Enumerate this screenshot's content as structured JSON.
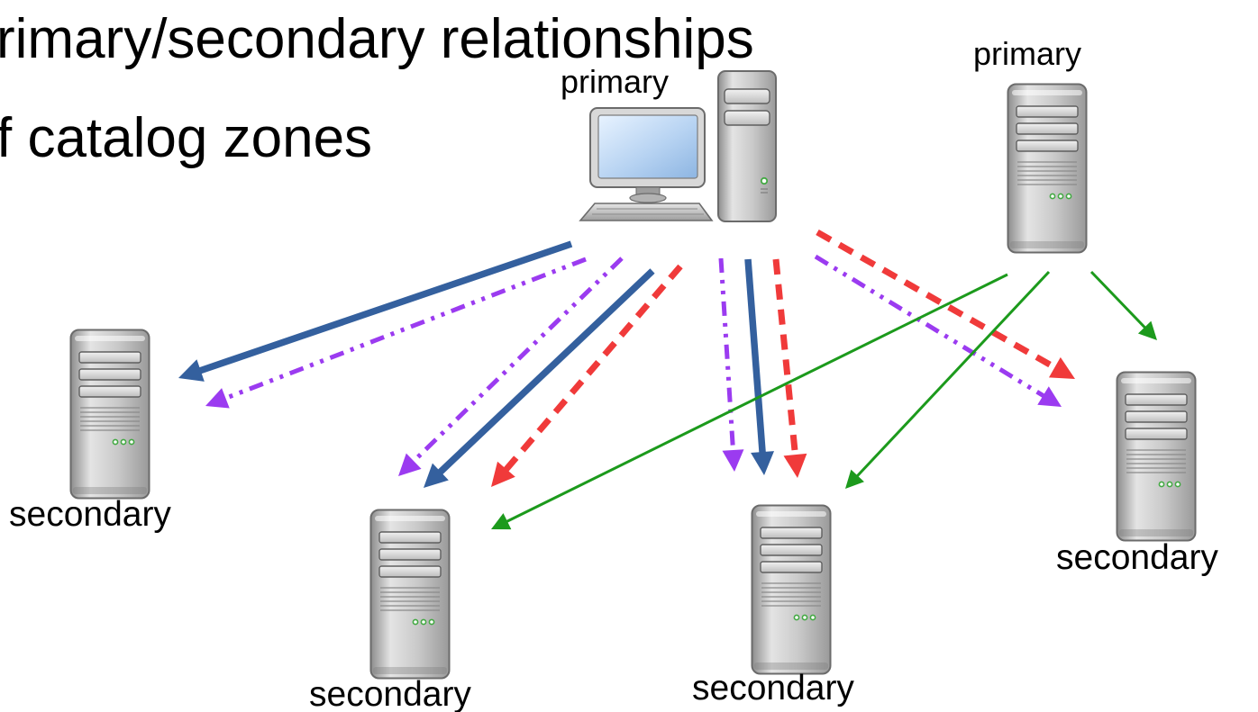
{
  "title": {
    "line1": "rimary/secondary relationships",
    "line2": "f catalog zones"
  },
  "nodes": {
    "primary_workstation": {
      "label": "primary",
      "icon": "desktop-computer-with-tower-icon"
    },
    "primary_server": {
      "label": "primary",
      "icon": "server-tower-icon"
    },
    "secondary_left": {
      "label": "secondary",
      "icon": "server-tower-icon"
    },
    "secondary_mid_left": {
      "label": "secondary",
      "icon": "server-tower-icon"
    },
    "secondary_mid_right": {
      "label": "secondary",
      "icon": "server-tower-icon"
    },
    "secondary_right": {
      "label": "secondary",
      "icon": "server-tower-icon"
    }
  },
  "arrow_styles": {
    "blue_solid": {
      "color": "#34609E",
      "pattern": "solid"
    },
    "purple_dash_dot": {
      "color": "#9B3BF0",
      "pattern": "dash-dot-dot"
    },
    "red_dashed": {
      "color": "#F03A3A",
      "pattern": "dashed"
    },
    "green_thin": {
      "color": "#1C9A1C",
      "pattern": "solid-thin"
    }
  },
  "connections": [
    {
      "from": "primary_workstation",
      "to": "secondary_left",
      "style": "blue_solid"
    },
    {
      "from": "primary_workstation",
      "to": "secondary_left",
      "style": "purple_dash_dot"
    },
    {
      "from": "primary_workstation",
      "to": "secondary_mid_left",
      "style": "purple_dash_dot"
    },
    {
      "from": "primary_workstation",
      "to": "secondary_mid_left",
      "style": "blue_solid"
    },
    {
      "from": "primary_workstation",
      "to": "secondary_mid_left",
      "style": "red_dashed"
    },
    {
      "from": "primary_workstation",
      "to": "secondary_mid_right",
      "style": "purple_dash_dot"
    },
    {
      "from": "primary_workstation",
      "to": "secondary_mid_right",
      "style": "blue_solid"
    },
    {
      "from": "primary_workstation",
      "to": "secondary_mid_right",
      "style": "red_dashed"
    },
    {
      "from": "primary_workstation",
      "to": "secondary_right",
      "style": "red_dashed"
    },
    {
      "from": "primary_workstation",
      "to": "secondary_right",
      "style": "purple_dash_dot"
    },
    {
      "from": "primary_server",
      "to": "secondary_mid_left",
      "style": "green_thin"
    },
    {
      "from": "primary_server",
      "to": "secondary_mid_right",
      "style": "green_thin"
    },
    {
      "from": "primary_server",
      "to": "secondary_right",
      "style": "green_thin"
    }
  ]
}
